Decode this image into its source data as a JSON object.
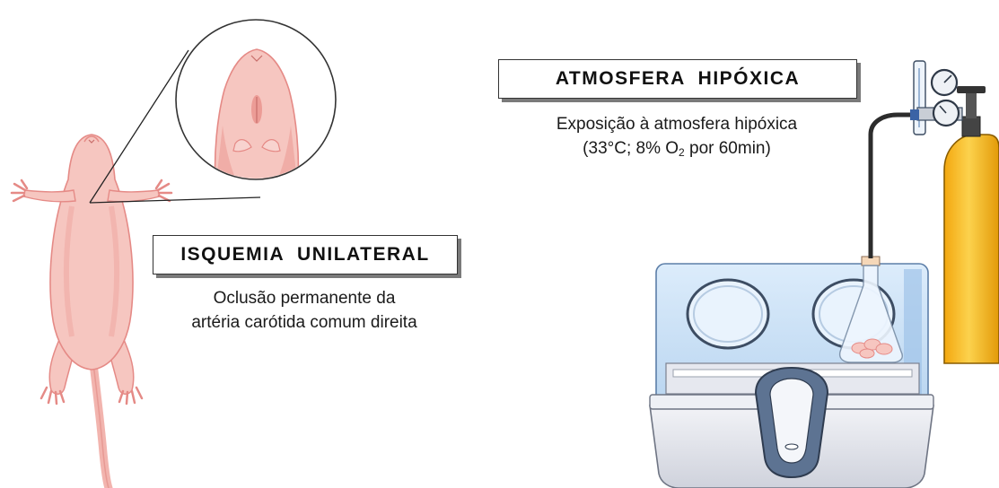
{
  "ischemia": {
    "title": "ISQUEMIA  UNILATERAL",
    "line1": "Oclusão permanente da",
    "line2": "artéria carótida comum direita"
  },
  "hypoxia": {
    "title": "ATMOSFERA  HIPÓXICA",
    "line1": "Exposição à atmosfera hipóxica",
    "line2_prefix": "(33°C; 8% O",
    "line2_sub": "2",
    "line2_suffix": " por 60min)"
  },
  "colors": {
    "skin": "#f6c6c0",
    "skin_dark": "#e58a86",
    "incubator_blue": "#cfe3f6",
    "cylinder_yellow": "#f8b81e"
  }
}
